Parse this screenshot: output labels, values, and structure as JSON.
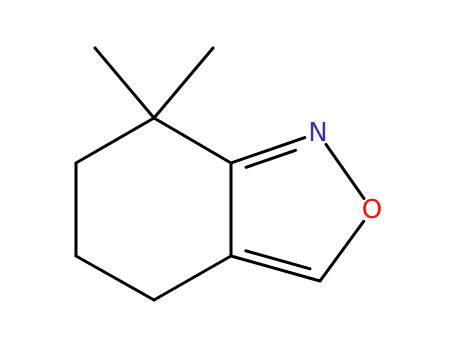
{
  "structure": {
    "atoms": [
      {
        "id": "me1",
        "element": "C",
        "label": ""
      },
      {
        "id": "me2",
        "element": "C",
        "label": ""
      },
      {
        "id": "c7",
        "element": "C",
        "label": ""
      },
      {
        "id": "c6",
        "element": "C",
        "label": ""
      },
      {
        "id": "c5",
        "element": "C",
        "label": ""
      },
      {
        "id": "c4",
        "element": "C",
        "label": ""
      },
      {
        "id": "c3a",
        "element": "C",
        "label": ""
      },
      {
        "id": "c3",
        "element": "C",
        "label": ""
      },
      {
        "id": "o",
        "element": "O",
        "label": "O"
      },
      {
        "id": "n",
        "element": "N",
        "label": "N"
      },
      {
        "id": "c7a",
        "element": "C",
        "label": ""
      }
    ],
    "bonds": [
      {
        "from": "me1",
        "to": "c7",
        "order": 1
      },
      {
        "from": "me2",
        "to": "c7",
        "order": 1
      },
      {
        "from": "c7",
        "to": "c6",
        "order": 1
      },
      {
        "from": "c6",
        "to": "c5",
        "order": 1
      },
      {
        "from": "c5",
        "to": "c4",
        "order": 1
      },
      {
        "from": "c4",
        "to": "c3a",
        "order": 1
      },
      {
        "from": "c3a",
        "to": "c3",
        "order": 2
      },
      {
        "from": "c3",
        "to": "o",
        "order": 1
      },
      {
        "from": "o",
        "to": "n",
        "order": 1
      },
      {
        "from": "n",
        "to": "c7a",
        "order": 2
      },
      {
        "from": "c7a",
        "to": "c7",
        "order": 1
      },
      {
        "from": "c7a",
        "to": "c3a",
        "order": 1
      }
    ]
  },
  "colors": {
    "carbon": "#000000",
    "nitrogen": "#3333b3",
    "oxygen": "#ff0d0d",
    "background": "#ffffff"
  }
}
